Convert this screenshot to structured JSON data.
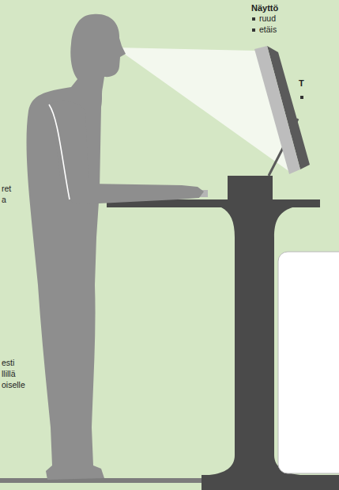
{
  "diagram": {
    "labels": [
      "Näyttö",
      "ruud",
      "etäis",
      "T",
      "ret",
      "a",
      "esti",
      "llillä",
      "oiselle"
    ]
  }
}
